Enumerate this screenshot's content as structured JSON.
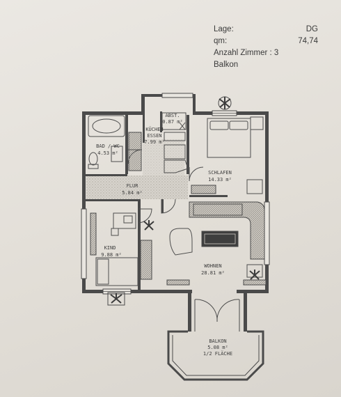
{
  "info": {
    "lage_label": "Lage:",
    "lage_value": "DG",
    "qm_label": "qm:",
    "qm_value": "74,74",
    "zimmer_label": "Anzahl Zimmer :",
    "zimmer_value": "3",
    "balkon_label": "Balkon"
  },
  "rooms": {
    "abst": {
      "name": "ABST.",
      "area": "0.87 m²"
    },
    "kuechen": {
      "name1": "KÜCHEN",
      "name2": "ESSEN",
      "area": "7.99 m²"
    },
    "bad": {
      "name": "BAD / WC",
      "area": "4.53 m²"
    },
    "flur": {
      "name": "FLUR",
      "area": "5.84 m²"
    },
    "schlafen": {
      "name": "SCHLAFEN",
      "area": "14.33 m²"
    },
    "kind": {
      "name": "KIND",
      "area": "9.88 m²"
    },
    "wohnen": {
      "name": "WOHNEN",
      "area": "28.81 m²"
    },
    "balkon": {
      "name": "BALKON",
      "area": "5.08 m²",
      "note": "1/2 FLÄCHE"
    }
  }
}
